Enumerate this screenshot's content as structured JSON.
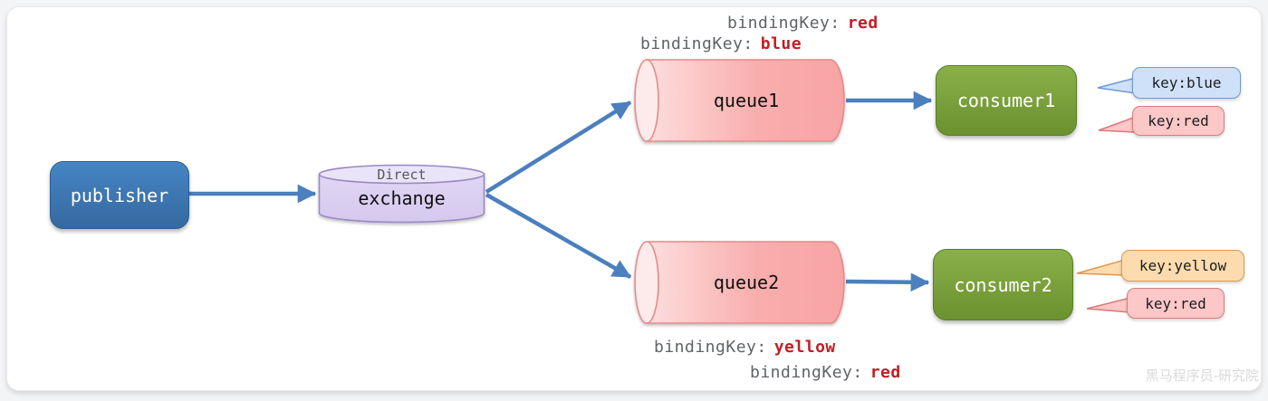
{
  "colors": {
    "arrow": "#4b7fbe",
    "publisher_fill": "#3e7ab9",
    "publisher_border": "#2b5c95",
    "exchange_fill": "#dbcff2",
    "exchange_border": "#9c89c5",
    "queue_fill": "#f9b0b0",
    "queue_border": "#e68989",
    "consumer_fill": "#7ba23a",
    "consumer_border": "#5a7d26",
    "badge_blue_fill": "#cfe1f9",
    "badge_blue_border": "#6f9bd8",
    "badge_red_fill": "#fbc7c7",
    "badge_red_border": "#da7b7b",
    "badge_yellow_fill": "#fcdcae",
    "badge_yellow_border": "#dd9a4e",
    "binding_key_text": "#5f6368",
    "binding_value_text": "#c11e24"
  },
  "nodes": {
    "publisher": {
      "label": "publisher"
    },
    "exchange": {
      "type_label": "Direct",
      "label": "exchange"
    },
    "queue1": {
      "label": "queue1"
    },
    "queue2": {
      "label": "queue2"
    },
    "consumer1": {
      "label": "consumer1"
    },
    "consumer2": {
      "label": "consumer2"
    }
  },
  "binding_labels": {
    "top": [
      {
        "key": "bindingKey:",
        "value": "red"
      },
      {
        "key": "bindingKey:",
        "value": "blue"
      }
    ],
    "bottom": [
      {
        "key": "bindingKey:",
        "value": "yellow"
      },
      {
        "key": "bindingKey:",
        "value": "red"
      }
    ]
  },
  "consumer_badges": {
    "consumer1": [
      {
        "label": "key:blue",
        "variant": "blue"
      },
      {
        "label": "key:red",
        "variant": "red"
      }
    ],
    "consumer2": [
      {
        "label": "key:yellow",
        "variant": "yellow"
      },
      {
        "label": "key:red",
        "variant": "red"
      }
    ]
  },
  "watermark": {
    "text": "黑马程序员-研究院"
  }
}
